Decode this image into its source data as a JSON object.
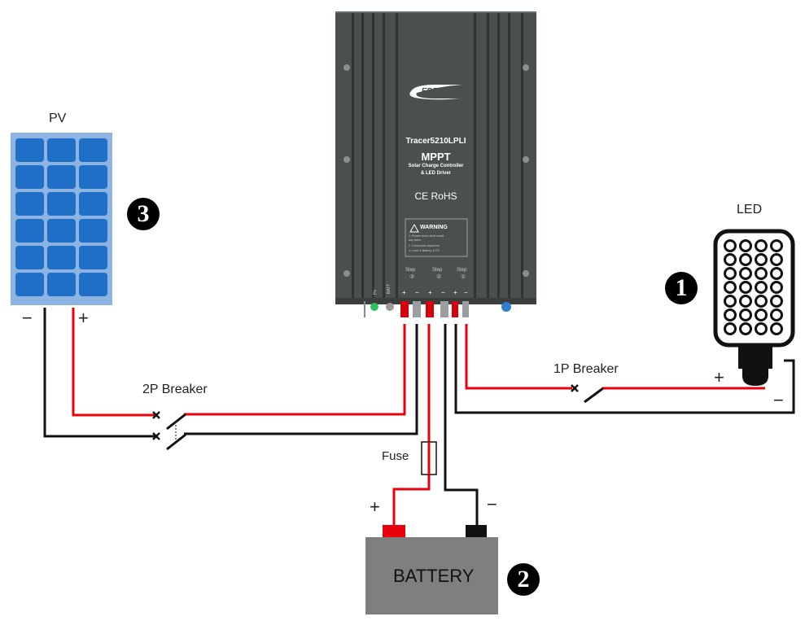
{
  "diagram": {
    "title": "Solar MPPT controller wiring diagram",
    "controller": {
      "brand": "EPEVER",
      "model": "Tracer5210LPLI",
      "type": "MPPT",
      "description_line1": "Solar Charge Controller",
      "description_line2": "& LED Driver",
      "certifications": "CE RoHS",
      "warning_title": "WARNING",
      "warning_line1": "1. Please never short circuit",
      "warning_line2": "any wires.",
      "warning_line3": "2. Connection sequence",
      "warning_line4": "① Load  ② Battery  ③ PV",
      "steps": [
        {
          "label": "Step",
          "number": "③",
          "icon": "pv-panel-icon",
          "plus": "+",
          "minus": "−"
        },
        {
          "label": "Step",
          "number": "②",
          "icon": "battery-icon",
          "plus": "+",
          "minus": "−"
        },
        {
          "label": "Step",
          "number": "①",
          "icon": "bulb-icon",
          "plus": "+",
          "minus": "−"
        }
      ],
      "side_labels": [
        "PV",
        "BATT"
      ]
    },
    "pv": {
      "label": "PV",
      "step": "3",
      "minus": "−",
      "plus": "+"
    },
    "led": {
      "label": "LED",
      "step": "1",
      "plus": "+",
      "minus": "−"
    },
    "battery": {
      "label": "BATTERY",
      "step": "2",
      "plus": "+",
      "minus": "−"
    },
    "breakers": {
      "pv_breaker": "2P Breaker",
      "load_breaker": "1P Breaker"
    },
    "fuse": {
      "label": "Fuse"
    },
    "colors": {
      "positive_wire": "#e8000b",
      "negative_wire": "#111111",
      "controller_body": "#4a4f50",
      "pv_cell": "#1f6fc6",
      "pv_frame": "#8db3e2",
      "battery_body": "#7f7f7f"
    }
  }
}
